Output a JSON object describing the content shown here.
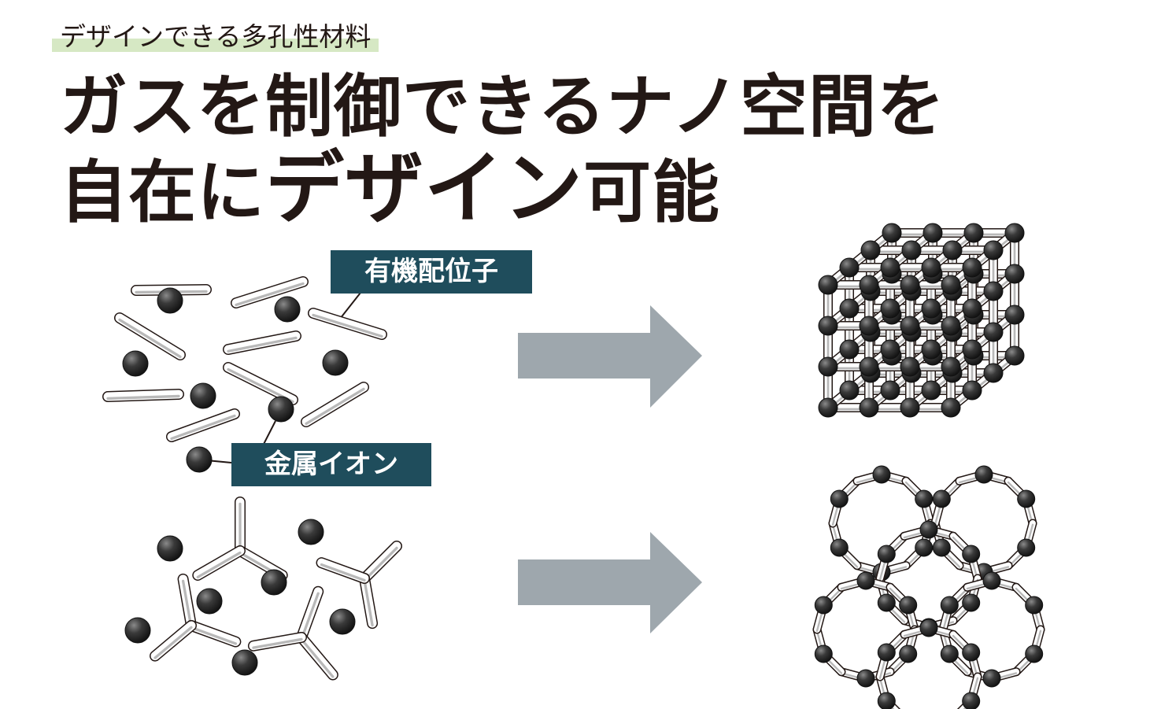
{
  "header": {
    "subtitle": "デザインできる多孔性材料",
    "title_line1": "ガスを制御できるナノ空間を",
    "title_line2_prefix": "自在に",
    "title_line2_emphasis": "デザイン",
    "title_line2_suffix": "可能"
  },
  "labels": {
    "organic_ligand": "有機配位子",
    "metal_ion": "金属イオン"
  },
  "colors": {
    "label_bg": "#1f4d5c",
    "arrow": "#9ea7ad",
    "node": "#2b2b2b",
    "highlight": "#d6e8c4"
  }
}
